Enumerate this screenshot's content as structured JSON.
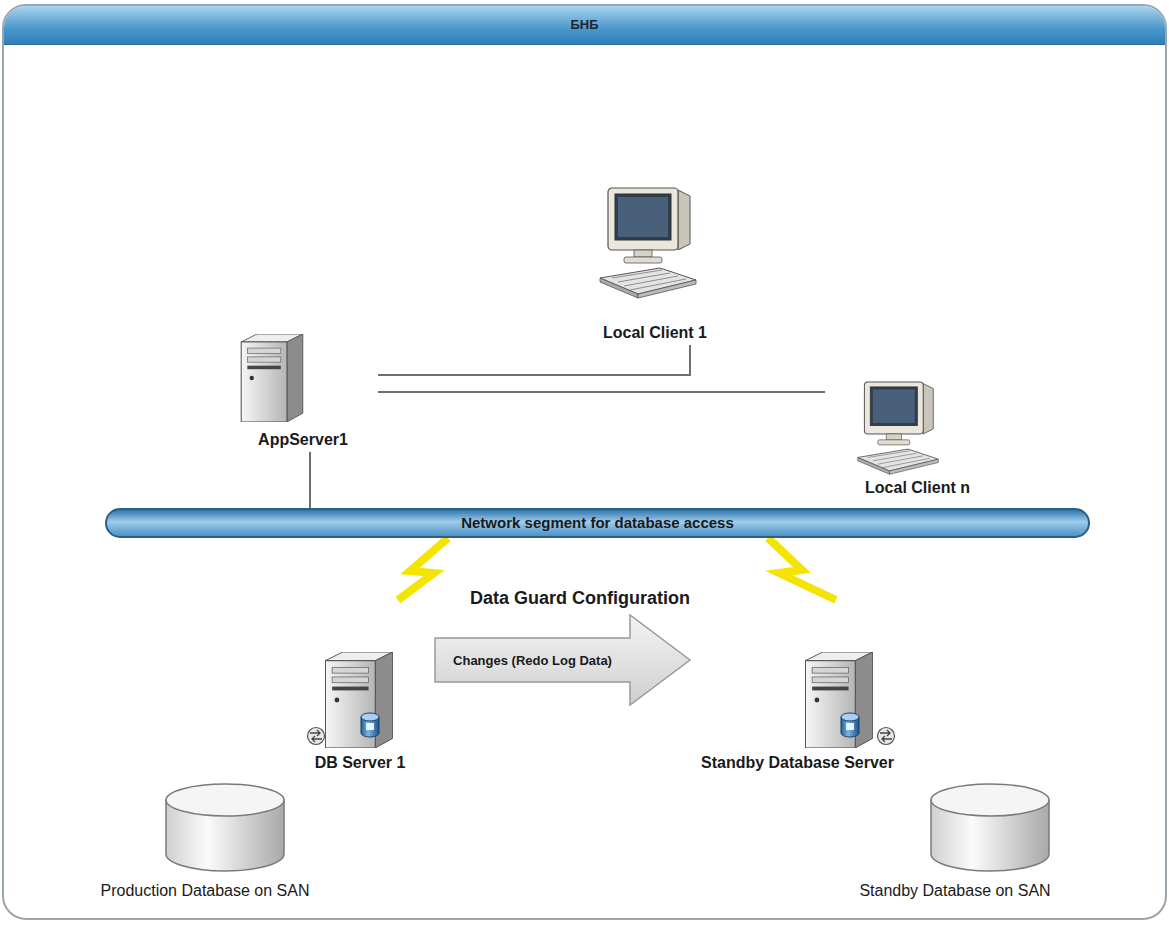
{
  "diagram": {
    "nodes": [
      {
        "text": [
          "БНБ"
        ]
      },
      {
        "text": [
          "Local Client 1"
        ],
        "in": 0
      },
      {
        "text": [
          "AppServer1"
        ],
        "in": 0
      },
      {
        "text": [
          "Local Client n"
        ],
        "in": 0
      },
      {
        "text": [
          "Network segment for database access"
        ],
        "in": 0
      },
      {
        "text": [
          "DB Server 1"
        ],
        "in": 0
      },
      {
        "text": [
          "Standby Database Server"
        ],
        "in": 0
      },
      {
        "text": [
          "Production Database on SAN"
        ],
        "in": 0
      },
      {
        "text": [
          "Standby Database on SAN"
        ],
        "in": 0
      }
    ],
    "edges": [
      {
        "from": 2,
        "to": 1,
        "arrow": "none"
      },
      {
        "from": 2,
        "to": 3,
        "arrow": "none"
      },
      {
        "from": 2,
        "to": 4,
        "arrow": "none"
      },
      {
        "from": 4,
        "to": 5,
        "arrow": "none"
      },
      {
        "from": 4,
        "to": 6,
        "arrow": "none"
      },
      {
        "from": 5,
        "to": 6,
        "label": "Changes (Redo Log Data)",
        "arrow": "to"
      }
    ],
    "labels": [
      "Data Guard Configuration"
    ]
  }
}
